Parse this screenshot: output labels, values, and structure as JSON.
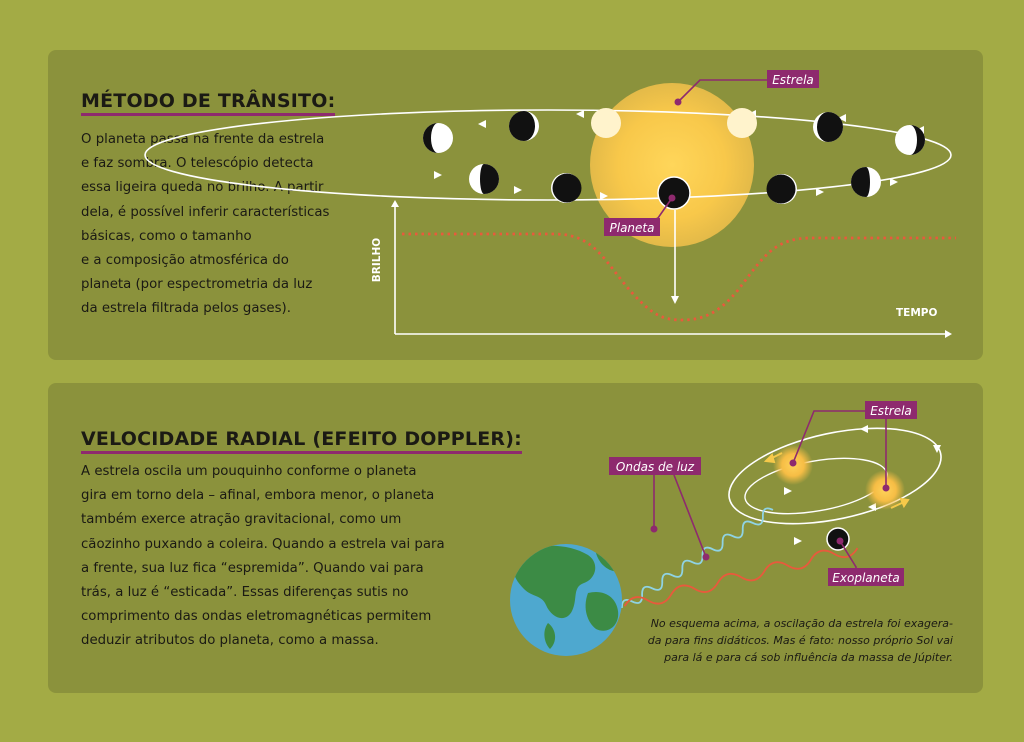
{
  "transit": {
    "title": "MÉTODO DE TRÂNSITO:",
    "text_lines": [
      "O planeta passa na frente da estrela",
      "e faz sombra. O telescópio detecta",
      "essa ligeira queda no brilho. A partir",
      "dela, é possível inferir características",
      "básicas, como o tamanho",
      "e a composição atmosférica do",
      "planeta (por espectrometria da luz",
      "da estrela filtrada pelos gases)."
    ],
    "labels": {
      "star": "Estrela",
      "planet": "Planeta",
      "y_axis": "BRILHO",
      "x_axis": "TEMPO"
    }
  },
  "doppler": {
    "title": "VELOCIDADE RADIAL (EFEITO DOPPLER):",
    "text_lines": [
      "A estrela oscila um pouquinho conforme o planeta",
      "gira em torno dela – afinal, embora menor, o planeta",
      "também exerce atração gravitacional, como um",
      "cãozinho puxando a coleira. Quando a estrela vai para",
      "a frente, sua luz fica “espremida”. Quando vai para",
      "trás, a luz é “esticada”. Essas diferenças sutis no",
      "comprimento das ondas eletromagnéticas permitem",
      "deduzir atributos do planeta, como a massa."
    ],
    "labels": {
      "light_waves": "Ondas de luz",
      "star": "Estrela",
      "exoplanet": "Exoplaneta"
    },
    "note_lines": [
      "No esquema acima, a oscilação da estrela foi exagera-",
      "da para fins didáticos. Mas é fato: nosso próprio Sol vai",
      "para lá e para cá sob influência da massa de Júpiter."
    ]
  },
  "colors": {
    "background": "#a3ab45",
    "panel": "#8b923c",
    "accent": "#8e2a6e",
    "star": "#f6c94a",
    "curve": "#e85a3c",
    "earth_ocean": "#4ea8cf",
    "earth_land": "#3c8b45"
  }
}
